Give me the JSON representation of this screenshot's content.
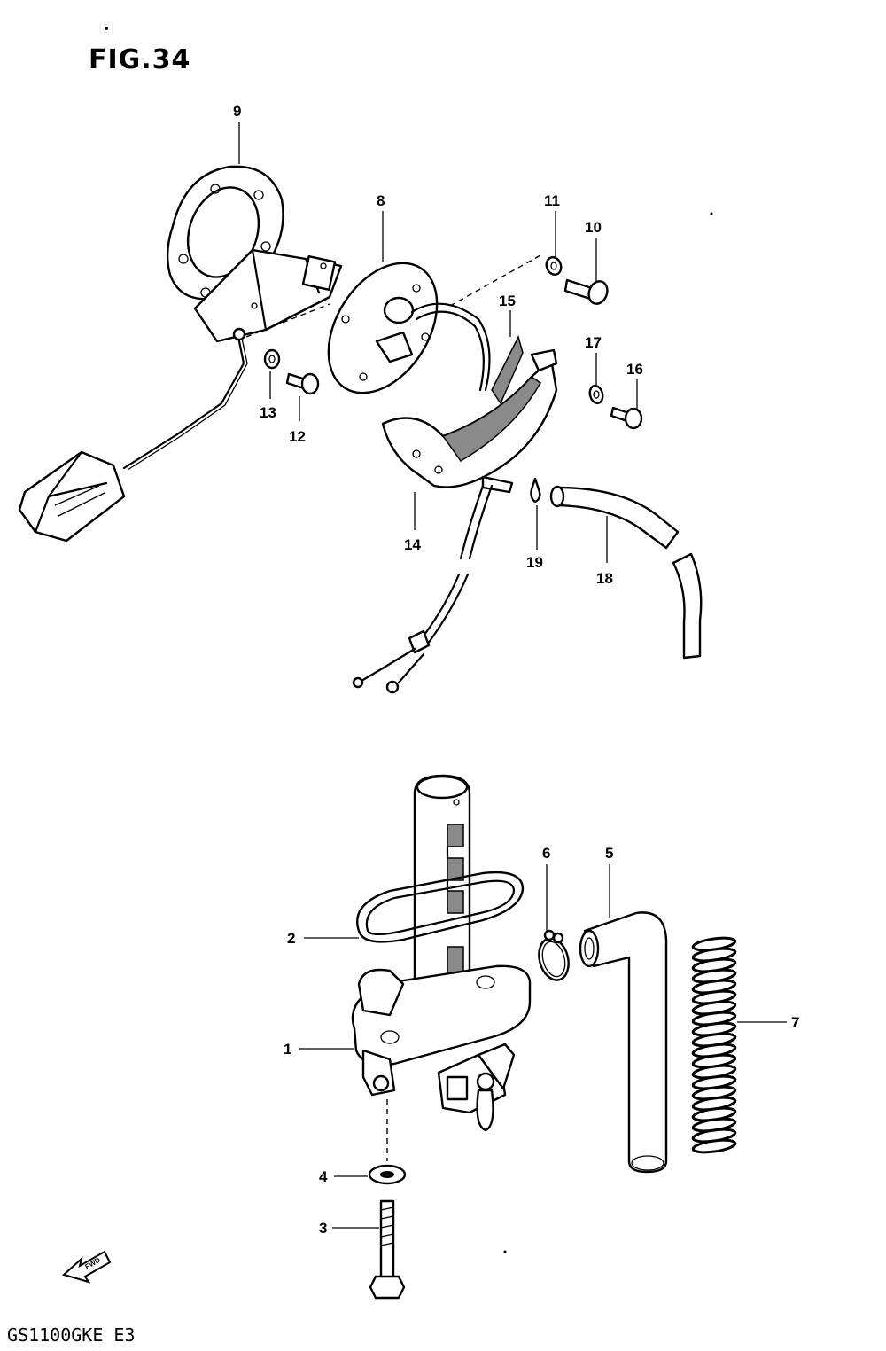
{
  "figure": {
    "title": "FIG.34",
    "model": "GS1100GKE  E3"
  },
  "callouts": [
    "1",
    "2",
    "3",
    "4",
    "5",
    "6",
    "7",
    "8",
    "9",
    "10",
    "11",
    "12",
    "13",
    "14",
    "15",
    "16",
    "17",
    "18",
    "19"
  ],
  "fwd_icon": "fwd-arrow-icon"
}
